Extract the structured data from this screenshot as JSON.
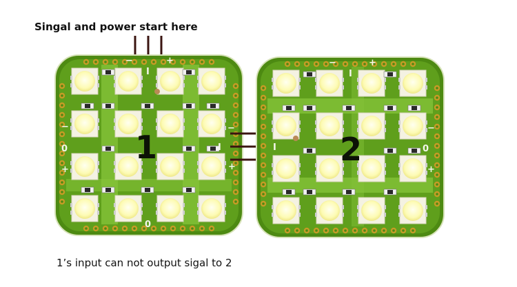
{
  "captions": {
    "top": "Singal and power start here",
    "bottom": "1’s input can not output sigal to 2"
  },
  "boards": {
    "board_1": {
      "number": "1",
      "silk_top": [
        "−",
        "I",
        "+"
      ],
      "silk_left": [
        "−",
        "0",
        "+"
      ],
      "silk_right": [
        "−",
        "I",
        "+"
      ],
      "silk_bottom": "0"
    },
    "board_2": {
      "number": "2",
      "silk_top": [
        "−",
        "I",
        "+"
      ],
      "silk_left": [
        "I"
      ],
      "silk_right": [
        "−",
        "0",
        "+"
      ]
    }
  },
  "colors": {
    "pcb_green": "#5f9f1c",
    "pcb_light": "#86c43a",
    "pad_gold": "#c79b26",
    "led_body": "#f4f2e2",
    "led_lens": "#fdfbb4",
    "wire": "#3a1410"
  }
}
